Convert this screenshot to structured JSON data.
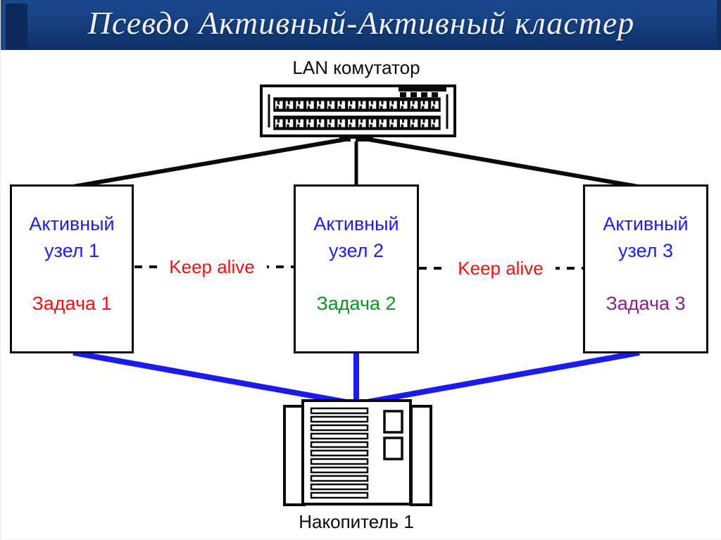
{
  "header": {
    "title": "Псевдо Активный-Активный кластер",
    "background_color": "#16407f",
    "accent_color": "#0d2a5c",
    "title_color": "#eef0f6"
  },
  "switch": {
    "label": "LAN комутатор"
  },
  "nodes": [
    {
      "title_line1": "Активный",
      "title_line2": "узел 1",
      "title_color": "#1d1de8",
      "task": "Задача 1",
      "task_color": "#ee1111"
    },
    {
      "title_line1": "Активный",
      "title_line2": "узел 2",
      "title_color": "#1d1de8",
      "task": "Задача 2",
      "task_color": "#0a9422"
    },
    {
      "title_line1": "Активный",
      "title_line2": "узел 3",
      "title_color": "#1d1de8",
      "task": "Задача 3",
      "task_color": "#8d1d8d"
    }
  ],
  "keep_alive": {
    "left_label": "Keep alive",
    "right_label": "Keep alive",
    "color": "#f01010"
  },
  "storage": {
    "label": "Накопитель 1"
  },
  "colors": {
    "lan_link": "#0a0a0a",
    "storage_link": "#1a1af2"
  }
}
